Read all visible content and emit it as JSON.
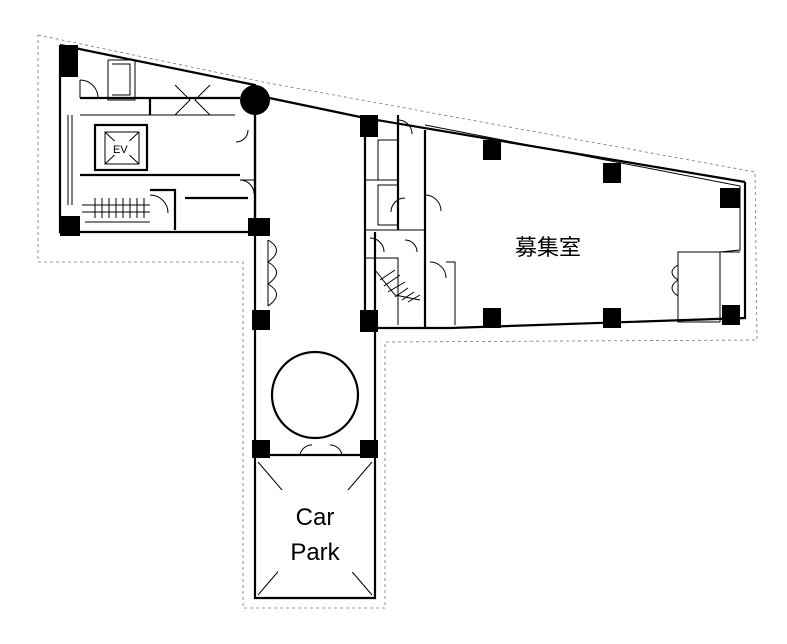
{
  "labels": {
    "vacant_room": "募集室",
    "car_park_line1": "Car",
    "car_park_line2": "Park",
    "elevator": "EV"
  },
  "colors": {
    "wall": "#000000",
    "background": "#ffffff",
    "outline": "#777777"
  }
}
